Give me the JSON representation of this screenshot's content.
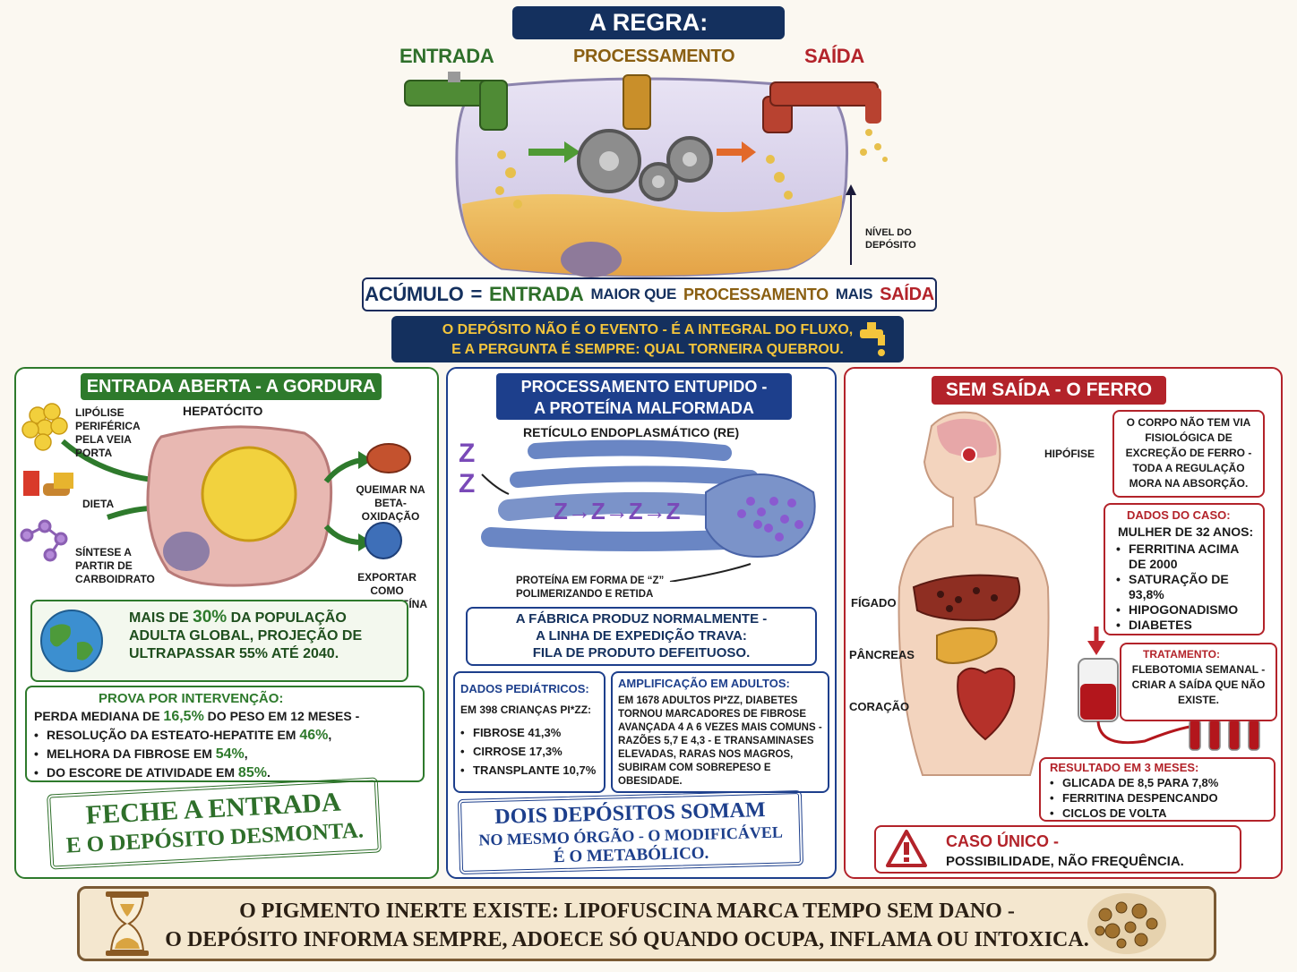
{
  "top": {
    "title": "A REGRA:",
    "labels": {
      "entrada": "ENTRADA",
      "processamento": "PROCESSAMENTO",
      "saida": "SAÍDA"
    },
    "level_label": "NÍVEL DO DEPÓSITO",
    "equation": {
      "lhs": "ACÚMULO",
      "eq": "=",
      "entrada": "ENTRADA",
      "maior": "MAIOR QUE",
      "proc": "PROCESSAMENTO",
      "mais": "MAIS",
      "saida": "SAÍDA"
    },
    "banner_line1": "O DEPÓSITO NÃO É O EVENTO - É A INTEGRAL DO FLUXO,",
    "banner_line2": "E A PERGUNTA É SEMPRE: QUAL TORNEIRA QUEBROU."
  },
  "left": {
    "title": "ENTRADA ABERTA - A GORDURA",
    "hepatocito": "HEPATÓCITO",
    "lipolise": "LIPÓLISE PERIFÉRICA PELA VEIA PORTA",
    "dieta": "DIETA",
    "sintese": "SÍNTESE A PARTIR DE CARBOIDRATO",
    "queimar": "QUEIMAR NA BETA-OXIDAÇÃO",
    "exportar": "EXPORTAR COMO LIPOPROTEÍNA",
    "stat_a": "MAIS DE ",
    "stat_b": "30%",
    "stat_c": " DA POPULAÇÃO ADULTA GLOBAL, PROJEÇÃO DE ULTRAPASSAR ",
    "stat_d": "55% ATÉ 2040.",
    "prova_title": "PROVA POR INTERVENÇÃO:",
    "prova_line_a": "PERDA MEDIANA DE ",
    "prova_line_b": "16,5%",
    "prova_line_c": " DO PESO EM 12 MESES -",
    "bullets": [
      {
        "a": "RESOLUÇÃO DA ESTEATO-HEPATITE EM ",
        "b": "46%",
        "c": ","
      },
      {
        "a": "MELHORA DA FIBROSE EM ",
        "b": "54%",
        "c": ","
      },
      {
        "a": "DO ESCORE DE ATIVIDADE EM ",
        "b": "85%",
        "c": "."
      }
    ],
    "stamp_line1": "FECHE A ENTRADA",
    "stamp_line2": "E O DEPÓSITO DESMONTA."
  },
  "middle": {
    "title_line1": "PROCESSAMENTO ENTUPIDO -",
    "title_line2": "A PROTEÍNA MALFORMADA",
    "re_label": "RETÍCULO ENDOPLASMÁTICO (RE)",
    "z_caption": "PROTEÍNA EM FORMA DE “Z” POLIMERIZANDO E RETIDA",
    "fabrica_line1": "A FÁBRICA PRODUZ NORMALMENTE -",
    "fabrica_line2": "A LINHA DE EXPEDIÇÃO TRAVA:",
    "fabrica_line3": "FILA DE PRODUTO DEFEITUOSO.",
    "ped_title": "DADOS PEDIÁTRICOS:",
    "ped_sub": "EM 398 CRIANÇAS PI*ZZ:",
    "ped_items": [
      "FIBROSE 41,3%",
      "CIRROSE 17,3%",
      "TRANSPLANTE 10,7%"
    ],
    "adult_title": "AMPLIFICAÇÃO EM ADULTOS:",
    "adult_text": "EM 1678 ADULTOS PI*ZZ, DIABETES TORNOU MARCADORES DE FIBROSE AVANÇADA 4 A 6 VEZES MAIS COMUNS - RAZÕES 5,7 E 4,3 - E TRANSAMINASES ELEVADAS, RARAS NOS MAGROS, SUBIRAM COM SOBREPESO E OBESIDADE.",
    "stamp_line1": "DOIS DEPÓSITOS SOMAM",
    "stamp_line2": "NO MESMO ÓRGÃO - O MODIFICÁVEL",
    "stamp_line3": "É O METABÓLICO."
  },
  "right": {
    "title": "SEM SAÍDA - O FERRO",
    "hipofise": "HIPÓFISE",
    "figado": "FÍGADO",
    "pancreas": "PÂNCREAS",
    "coracao": "CORAÇÃO",
    "corpo_text": "O CORPO NÃO TEM VIA FISIOLÓGICA DE EXCREÇÃO DE FERRO - TODA A REGULAÇÃO MORA NA ABSORÇÃO.",
    "dados_title": "DADOS DO CASO:",
    "dados_sub": "MULHER DE 32 ANOS:",
    "dados_items": [
      "FERRITINA ACIMA DE 2000",
      "SATURAÇÃO DE 93,8%",
      "HIPOGONADISMO",
      "DIABETES"
    ],
    "trat_title": "TRATAMENTO:",
    "trat_text": "FLEBOTOMIA SEMANAL - CRIAR A SAÍDA QUE NÃO EXISTE.",
    "res_title": "RESULTADO EM 3 MESES:",
    "res_items": [
      "GLICADA DE 8,5 PARA 7,8%",
      "FERRITINA DESPENCANDO",
      "CICLOS DE VOLTA"
    ],
    "caso_title": "CASO ÚNICO -",
    "caso_text": "POSSIBILIDADE, NÃO FREQUÊNCIA."
  },
  "footer": {
    "line1": "O PIGMENTO INERTE EXISTE: LIPOFUSCINA MARCA TEMPO SEM DANO -",
    "line2": "O DEPÓSITO INFORMA SEMPRE, ADOECE SÓ QUANDO OCUPA, INFLAMA OU INTOXICA."
  }
}
